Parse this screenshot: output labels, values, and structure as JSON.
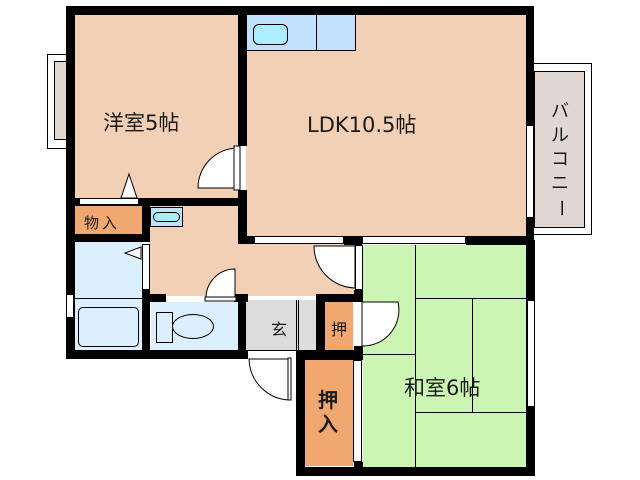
{
  "floor_plan": {
    "rooms": [
      {
        "id": "western-room",
        "label": "洋室5帖",
        "type": "Western-style room",
        "size_jo": 5,
        "color": "#f2d0b5"
      },
      {
        "id": "ldk",
        "label": "LDK10.5帖",
        "type": "Living/Dining/Kitchen",
        "size_jo": 10.5,
        "color": "#f2d0b5"
      },
      {
        "id": "japanese-room",
        "label": "和室6帖",
        "type": "Japanese-style tatami room",
        "size_jo": 6,
        "color": "#ccf5b3"
      },
      {
        "id": "storage",
        "label": "物入",
        "type": "Storage closet",
        "color": "#f0a870"
      },
      {
        "id": "entrance",
        "label": "玄",
        "type": "Entrance (genkan)",
        "color": "#dcdcdc"
      },
      {
        "id": "closet-small",
        "label": "押",
        "type": "Closet",
        "color": "#f0a870"
      },
      {
        "id": "closet-large",
        "label_line1": "押",
        "label_line2": "入",
        "type": "Oshiire closet",
        "color": "#f0a870"
      },
      {
        "id": "balcony",
        "label_chars": [
          "バ",
          "ル",
          "コ",
          "ニ",
          "ー"
        ],
        "type": "Balcony",
        "color": "#e0d8d0"
      },
      {
        "id": "bathroom",
        "type": "Bathroom",
        "color": "#dcefff"
      },
      {
        "id": "toilet",
        "type": "Toilet",
        "color": "#dcefff"
      },
      {
        "id": "washroom",
        "type": "Washroom",
        "color": "#dcefff"
      },
      {
        "id": "hallway",
        "type": "Hallway",
        "color": "#f2d0b5"
      }
    ],
    "fixtures": {
      "kitchen_counter_color": "#c2e0ff",
      "sink_color": "#aaeeff"
    },
    "colors": {
      "wall": "#000000",
      "wood_floor": "#f2d0b5",
      "tatami": "#ccf5b3",
      "closet": "#f0a870",
      "wet_area": "#dcefff",
      "entrance": "#dcdcdc",
      "balcony": "#e0d8d0"
    }
  }
}
